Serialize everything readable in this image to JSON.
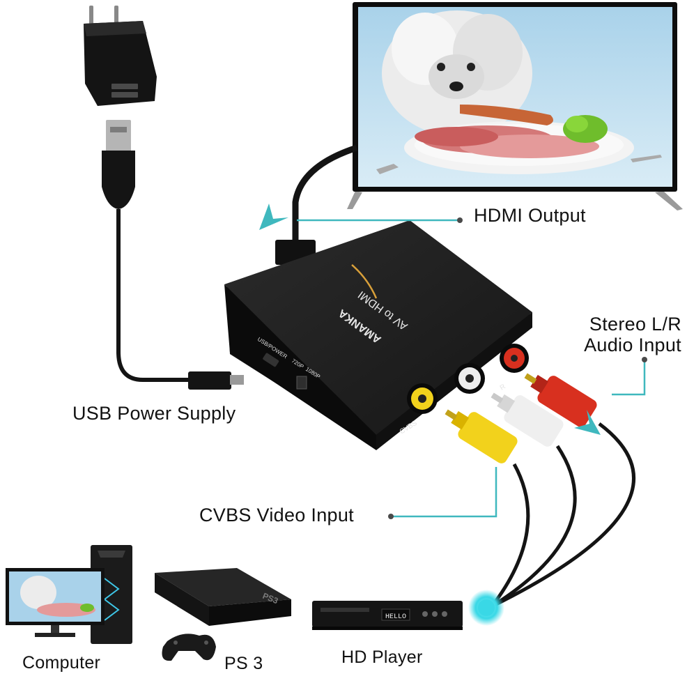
{
  "labels": {
    "hdmi_output": "HDMI Output",
    "stereo_line1": "Stereo L/R",
    "stereo_line2": "Audio Input",
    "usb_power": "USB Power Supply",
    "cvbs_input": "CVBS Video Input",
    "computer": "Computer",
    "ps3": "PS 3",
    "hd_player": "HD Player"
  },
  "device": {
    "brand": "AMANKA",
    "model": "AV to HDMI",
    "port_labels": {
      "usb_power": "USB/POWER",
      "res_720": "720P",
      "res_1080": "1080P",
      "cvbs": "CVBS",
      "right": "R"
    }
  },
  "dvd_display": "HELLO",
  "ps3_logo": "PS3",
  "colors": {
    "callout_line": "#3fb8be",
    "callout_dot": "#4a4a4a",
    "hub_glow": "#39d8e6",
    "cable": "#141414",
    "device_body": "#1c1c1c",
    "rca_yellow": "#f2d21c",
    "rca_white": "#ededed",
    "rca_red": "#d8301f",
    "brand_orange": "#d9a03a"
  },
  "icons": {
    "arrow_hdmi": "up-right-arrow-icon",
    "arrow_audio": "up-left-arrow-icon"
  }
}
